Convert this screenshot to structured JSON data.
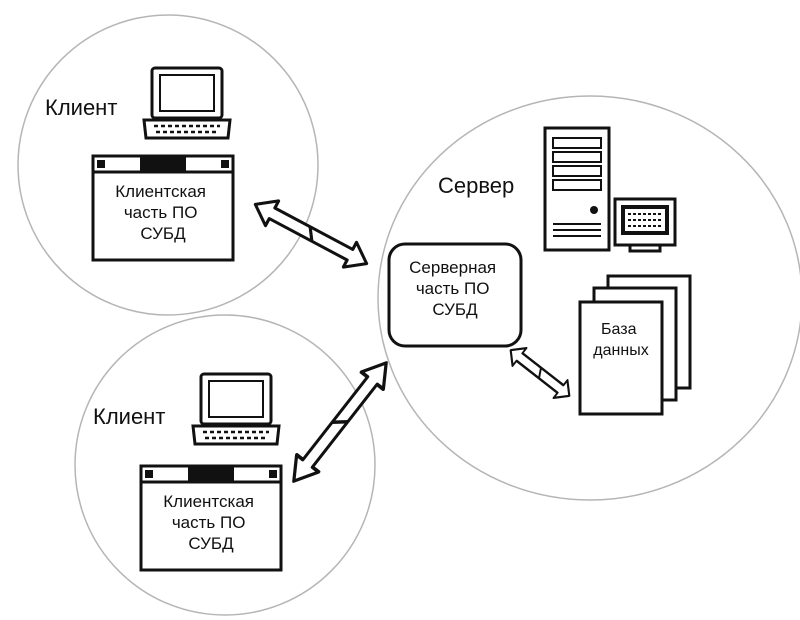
{
  "client_top": {
    "title": "Клиент",
    "box_lines": [
      "Клиентская",
      "часть ПО",
      "СУБД"
    ]
  },
  "client_bottom": {
    "title": "Клиент",
    "box_lines": [
      "Клиентская",
      "часть ПО",
      "СУБД"
    ]
  },
  "server": {
    "title": "Сервер",
    "box_lines": [
      "Серверная",
      "часть ПО",
      "СУБД"
    ]
  },
  "database": {
    "lines": [
      "База",
      "данных"
    ]
  },
  "icons": [
    "laptop-icon",
    "server-tower-icon",
    "monitor-icon",
    "document-stack-icon",
    "double-arrow-icon"
  ],
  "colors": {
    "stroke": "#111111",
    "circle_stroke": "#b5b5b5",
    "background": "#ffffff"
  }
}
